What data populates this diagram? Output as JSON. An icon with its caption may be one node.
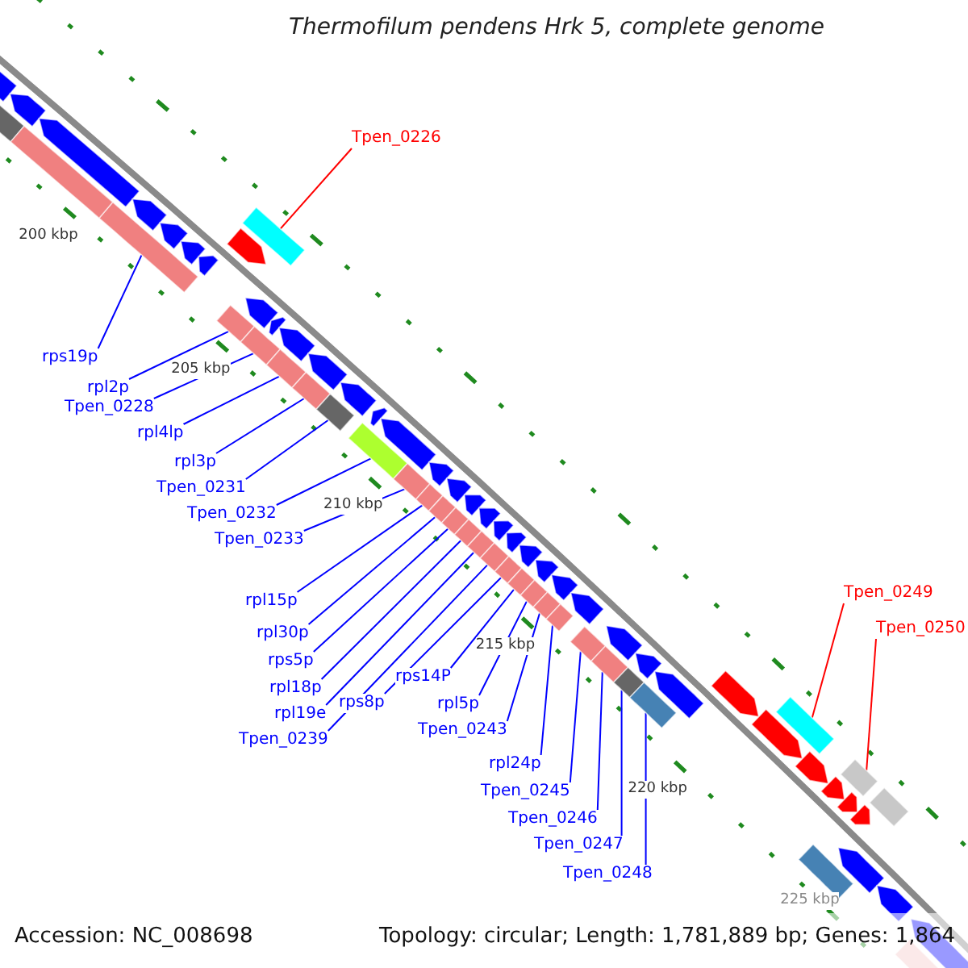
{
  "diagram": {
    "title": "Thermofilum pendens Hrk 5, complete genome",
    "nodes": [
      {
        "text": [
          "Tpen_0226"
        ]
      },
      {
        "text": [],
        "shape": "box"
      },
      {
        "text": [
          "rps19p"
        ]
      },
      {
        "text": [],
        "shape": "box"
      },
      {
        "text": [
          "rpl2p"
        ]
      },
      {
        "text": [],
        "shape": "box"
      },
      {
        "text": [
          "Tpen_0228"
        ]
      },
      {
        "text": [],
        "shape": "box"
      },
      {
        "text": [
          "rpl4lp"
        ]
      },
      {
        "text": [],
        "shape": "box"
      },
      {
        "text": [
          "rpl3p"
        ]
      },
      {
        "text": [],
        "shape": "box"
      },
      {
        "text": [
          "Tpen_0231"
        ]
      },
      {
        "text": [],
        "shape": "box"
      },
      {
        "text": [
          "Tpen_0232"
        ]
      },
      {
        "text": [],
        "shape": "box"
      },
      {
        "text": [
          "Tpen_0233"
        ]
      },
      {
        "text": [],
        "shape": "box"
      },
      {
        "text": [
          "rpl15p"
        ]
      },
      {
        "text": [],
        "shape": "box"
      },
      {
        "text": [
          "rpl30p"
        ]
      },
      {
        "text": [],
        "shape": "box"
      },
      {
        "text": [
          "rps5p"
        ]
      },
      {
        "text": [],
        "shape": "box"
      },
      {
        "text": [
          "rpl18p"
        ]
      },
      {
        "text": [],
        "shape": "box"
      },
      {
        "text": [
          "rpl19e"
        ]
      },
      {
        "text": [],
        "shape": "box"
      },
      {
        "text": [
          "Tpen_0239"
        ]
      },
      {
        "text": [],
        "shape": "box"
      },
      {
        "text": [
          "rps8p"
        ]
      },
      {
        "text": [],
        "shape": "box"
      },
      {
        "text": [
          "rps14P"
        ]
      },
      {
        "text": [],
        "shape": "box"
      },
      {
        "text": [
          "rpl5p"
        ]
      },
      {
        "text": [],
        "shape": "box"
      },
      {
        "text": [
          "Tpen_0243"
        ]
      },
      {
        "text": [],
        "shape": "box"
      },
      {
        "text": [
          "rpl24p"
        ]
      },
      {
        "text": [],
        "shape": "box"
      },
      {
        "text": [
          "Tpen_0245"
        ]
      },
      {
        "text": [],
        "shape": "box"
      },
      {
        "text": [
          "Tpen_0246"
        ]
      },
      {
        "text": [],
        "shape": "box"
      },
      {
        "text": [
          "Tpen_0247"
        ]
      },
      {
        "text": [],
        "shape": "box"
      },
      {
        "text": [
          "Tpen_0248"
        ]
      },
      {
        "text": [],
        "shape": "box"
      },
      {
        "text": [
          "Tpen_0249"
        ]
      },
      {
        "text": [],
        "shape": "box"
      },
      {
        "text": [
          "Tpen_0250"
        ]
      },
      {
        "text": [],
        "shape": "box"
      },
      {
        "text": [],
        "shape": "box"
      },
      {
        "text": [],
        "shape": "box"
      }
    ],
    "edges": [
      {
        "from": 0,
        "to": 1,
        "arrow": "none",
        "color": "#ff0000"
      },
      {
        "from": 2,
        "to": 3,
        "arrow": "none"
      },
      {
        "from": 4,
        "to": 5,
        "arrow": "none"
      },
      {
        "from": 6,
        "to": 7,
        "arrow": "none"
      },
      {
        "from": 8,
        "to": 9,
        "arrow": "none"
      },
      {
        "from": 10,
        "to": 11,
        "arrow": "none"
      },
      {
        "from": 12,
        "to": 13,
        "arrow": "none"
      },
      {
        "from": 14,
        "to": 15,
        "arrow": "none"
      },
      {
        "from": 16,
        "to": 17,
        "arrow": "none"
      },
      {
        "from": 18,
        "to": 19,
        "arrow": "none"
      },
      {
        "from": 20,
        "to": 21,
        "arrow": "none"
      },
      {
        "from": 22,
        "to": 23,
        "arrow": "none"
      },
      {
        "from": 24,
        "to": 25,
        "arrow": "none"
      },
      {
        "from": 26,
        "to": 27,
        "arrow": "none"
      },
      {
        "from": 28,
        "to": 29,
        "arrow": "none"
      },
      {
        "from": 30,
        "to": 31,
        "arrow": "none"
      },
      {
        "from": 32,
        "to": 33,
        "arrow": "none"
      },
      {
        "from": 34,
        "to": 35,
        "arrow": "none"
      },
      {
        "from": 36,
        "to": 37,
        "arrow": "none"
      },
      {
        "from": 38,
        "to": 39,
        "arrow": "none"
      },
      {
        "from": 40,
        "to": 41,
        "arrow": "none"
      },
      {
        "from": 42,
        "to": 43,
        "arrow": "none"
      },
      {
        "from": 44,
        "to": 45,
        "arrow": "none"
      },
      {
        "from": 46,
        "to": 47,
        "arrow": "none"
      },
      {
        "from": 48,
        "to": 49,
        "arrow": "none",
        "color": "#ff0000"
      },
      {
        "from": 50,
        "to": 51,
        "arrow": "none",
        "color": "#ff0000"
      }
    ],
    "labels": [
      "200 kbp",
      "205 kbp",
      "210 kbp",
      "215 kbp",
      "220 kbp",
      "225 kbp",
      "Accession: NC_008698",
      "Topology: circular; Length: 1,781,889 bp; Genes: 1,864"
    ]
  }
}
